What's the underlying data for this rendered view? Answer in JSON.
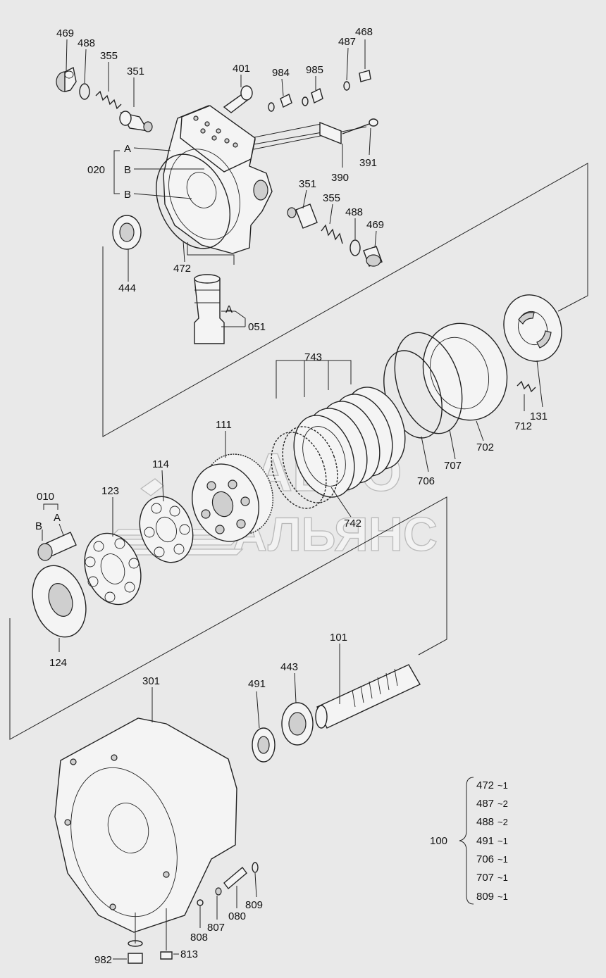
{
  "diagram": {
    "watermark": {
      "line1": "АВТО",
      "line2": "АЛЬЯНС"
    },
    "part_labels": [
      {
        "id": "p469a",
        "text": "469"
      },
      {
        "id": "p488a",
        "text": "488"
      },
      {
        "id": "p355a",
        "text": "355"
      },
      {
        "id": "p351a",
        "text": "351"
      },
      {
        "id": "p401",
        "text": "401"
      },
      {
        "id": "p984",
        "text": "984"
      },
      {
        "id": "p985",
        "text": "985"
      },
      {
        "id": "p487",
        "text": "487"
      },
      {
        "id": "p468",
        "text": "468"
      },
      {
        "id": "pA1",
        "text": "A"
      },
      {
        "id": "p020",
        "text": "020"
      },
      {
        "id": "pB1",
        "text": "B"
      },
      {
        "id": "pB2",
        "text": "B"
      },
      {
        "id": "p391",
        "text": "391"
      },
      {
        "id": "p390",
        "text": "390"
      },
      {
        "id": "p351b",
        "text": "351"
      },
      {
        "id": "p355b",
        "text": "355"
      },
      {
        "id": "p488b",
        "text": "488"
      },
      {
        "id": "p469b",
        "text": "469"
      },
      {
        "id": "p472",
        "text": "472"
      },
      {
        "id": "p444",
        "text": "444"
      },
      {
        "id": "pA2",
        "text": "A"
      },
      {
        "id": "p051",
        "text": "051"
      },
      {
        "id": "p743",
        "text": "743"
      },
      {
        "id": "p111",
        "text": "111"
      },
      {
        "id": "p114",
        "text": "114"
      },
      {
        "id": "p123",
        "text": "123"
      },
      {
        "id": "p010",
        "text": "010"
      },
      {
        "id": "pB3",
        "text": "B"
      },
      {
        "id": "pA3",
        "text": "A"
      },
      {
        "id": "p742",
        "text": "742"
      },
      {
        "id": "p706",
        "text": "706"
      },
      {
        "id": "p707",
        "text": "707"
      },
      {
        "id": "p702",
        "text": "702"
      },
      {
        "id": "p712",
        "text": "712"
      },
      {
        "id": "p131",
        "text": "131"
      },
      {
        "id": "p124",
        "text": "124"
      },
      {
        "id": "p101",
        "text": "101"
      },
      {
        "id": "p443",
        "text": "443"
      },
      {
        "id": "p491",
        "text": "491"
      },
      {
        "id": "p301",
        "text": "301"
      },
      {
        "id": "p809",
        "text": "809"
      },
      {
        "id": "p080",
        "text": "080"
      },
      {
        "id": "p807",
        "text": "807"
      },
      {
        "id": "p808",
        "text": "808"
      },
      {
        "id": "p982",
        "text": "982"
      },
      {
        "id": "p813",
        "text": "813"
      }
    ],
    "kit": {
      "label": "100",
      "items": [
        {
          "code": "472",
          "qty": "~1"
        },
        {
          "code": "487",
          "qty": "~2"
        },
        {
          "code": "488",
          "qty": "~2"
        },
        {
          "code": "491",
          "qty": "~1"
        },
        {
          "code": "706",
          "qty": "~1"
        },
        {
          "code": "707",
          "qty": "~1"
        },
        {
          "code": "809",
          "qty": "~1"
        }
      ]
    }
  }
}
